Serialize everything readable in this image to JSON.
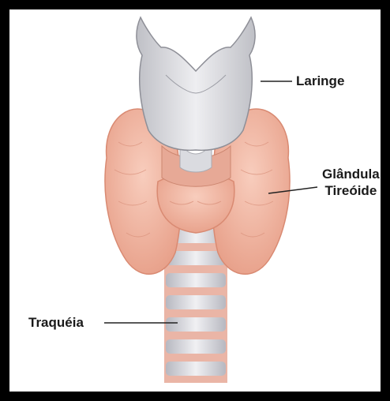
{
  "labels": {
    "laringe": "Laringe",
    "glandula_line1": "Glândula",
    "glandula_line2": "Tireóide",
    "traqueia": "Traquéia"
  },
  "colors": {
    "frame": "#000000",
    "cartilage": "#d9dadf",
    "thyroid": "#f2b8a4",
    "thyroid_dark": "#e2957c",
    "trachea_ring": "#cfd0d6",
    "trachea_gap": "#eab5a6"
  }
}
